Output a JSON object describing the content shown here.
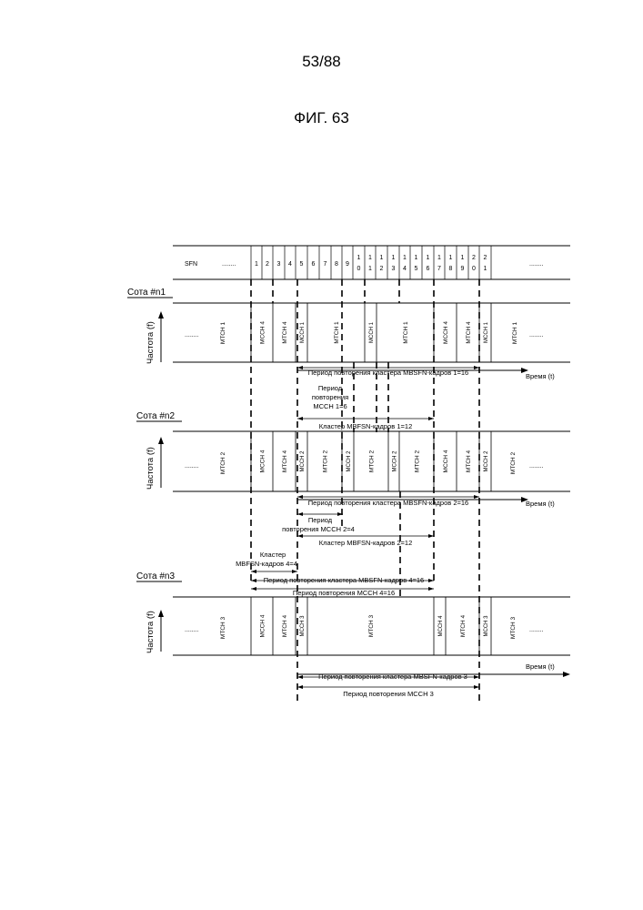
{
  "page_number": "53/88",
  "figure_title": "ФИГ. 63",
  "sfn_row": {
    "label": "SFN",
    "left_dots": "........",
    "right_dots": "........",
    "numbers": [
      [
        "1"
      ],
      [
        "2"
      ],
      [
        "3"
      ],
      [
        "4"
      ],
      [
        "5"
      ],
      [
        "6"
      ],
      [
        "7"
      ],
      [
        "8"
      ],
      [
        "9"
      ],
      [
        "1",
        "0"
      ],
      [
        "1",
        "1"
      ],
      [
        "1",
        "2"
      ],
      [
        "1",
        "3"
      ],
      [
        "1",
        "4"
      ],
      [
        "1",
        "5"
      ],
      [
        "1",
        "6"
      ],
      [
        "1",
        "7"
      ],
      [
        "1",
        "8"
      ],
      [
        "1",
        "9"
      ],
      [
        "2",
        "0"
      ],
      [
        "2",
        "1"
      ]
    ]
  },
  "cells": [
    {
      "title": "Сота #n1",
      "freq_label": "Частота (f)",
      "left_dots": "........",
      "right_dots": "........",
      "left_label": "MTCH 1",
      "right_label": "MTCH 1",
      "segments": [
        "MCCH 4",
        "MTCH 4",
        "MCCH 1",
        "MTCH 1",
        "MCCH 1",
        "MTCH 1",
        "MCCH 4",
        "MTCH 4",
        "MCCH 1"
      ],
      "time_label": "Время (t)",
      "annotations": [
        "Период повторения кластера MBSFN-кадров 1=16",
        "Период",
        "повторения",
        "MCCH 1=6",
        "Кластер MBFSN-кадров 1=12"
      ]
    },
    {
      "title": "Сота #n2",
      "freq_label": "Частота (f)",
      "left_dots": "........",
      "right_dots": "........",
      "left_label": "MTCH 2",
      "right_label": "MTCH 2",
      "segments": [
        "MCCH 4",
        "MTCH 4",
        "MCCH 2",
        "MTCH 2",
        "MCCH 2",
        "MTCH 2",
        "MCCH 2",
        "MTCH 2",
        "MCCH 4",
        "MTCH 4",
        "MCCH 2"
      ],
      "time_label": "Время (t)",
      "annotations": [
        "Период повторения кластера MBSFN-кадров 2=16",
        "Период",
        "повторения MCCH 2=4",
        "Кластер MBFSN-кадров 2=12",
        "Кластер",
        "MBFSN-кадров 4=4",
        "Период повторения кластера MBSFN-кадров 4=16",
        "Период повторения MCCH 4=16"
      ]
    },
    {
      "title": "Сота #n3",
      "freq_label": "Частота (f)",
      "left_dots": "........",
      "right_dots": "........",
      "left_label": "MTCH 3",
      "right_label": "MTCH 3",
      "segments": [
        "MCCH 4",
        "MTCH 4",
        "MCCH 3",
        "MTCH 3",
        "MCCH 4",
        "MTCH 4",
        "MCCH 3"
      ],
      "time_label": "Время (t)",
      "annotations": [
        "Период повторения кластера MBSFN-кадров 3",
        "Период повторения MCCH 3"
      ]
    }
  ]
}
